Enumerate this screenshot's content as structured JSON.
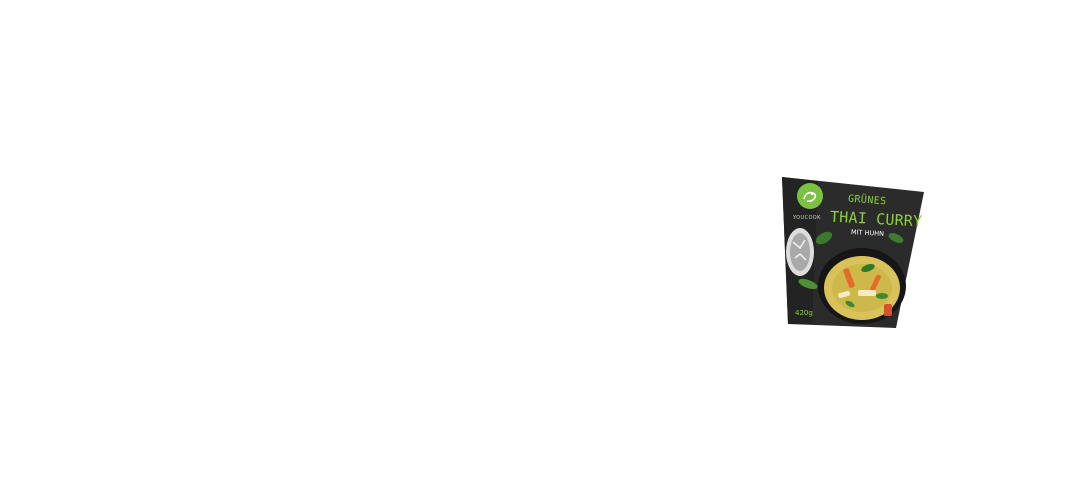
{
  "product": {
    "brand": "YOUCOOK",
    "title_line1": "GRÜNES",
    "title_line2": "THAI CURRY",
    "subtitle": "MIT HUHN",
    "weight": "420g"
  },
  "colors": {
    "background": "#ffffff",
    "package": "#2a2a2a",
    "accent_green": "#8ccf3c",
    "curry": "#d9c25a"
  },
  "icons": {
    "logo": "chef-head-logo-icon"
  }
}
